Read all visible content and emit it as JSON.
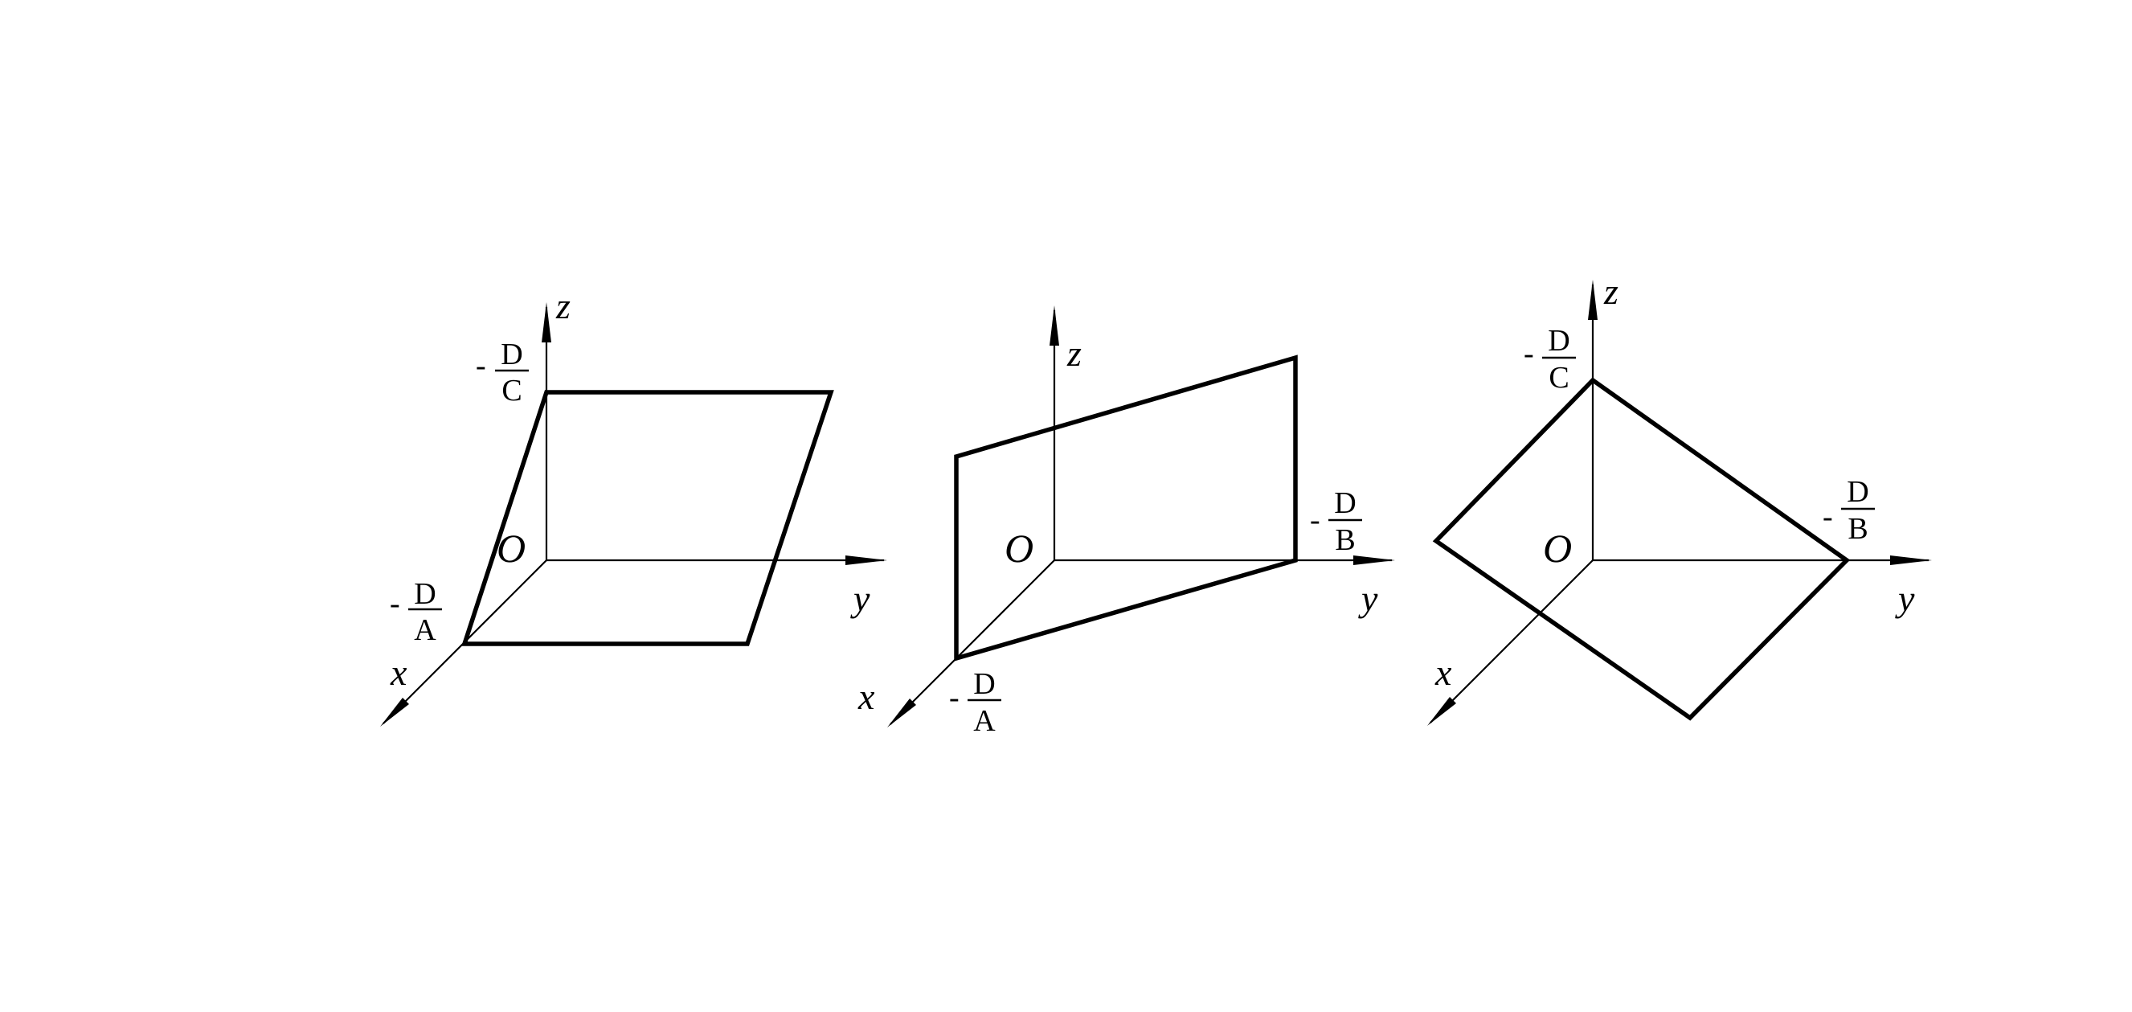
{
  "panels": [
    {
      "axes": {
        "x": "x",
        "y": "y",
        "z": "z",
        "origin": "O"
      },
      "intercepts": [
        {
          "sign": "-",
          "numerator": "D",
          "denominator": "C"
        },
        {
          "sign": "-",
          "numerator": "D",
          "denominator": "A"
        }
      ]
    },
    {
      "axes": {
        "x": "x",
        "y": "y",
        "z": "z",
        "origin": "O"
      },
      "intercepts": [
        {
          "sign": "-",
          "numerator": "D",
          "denominator": "B"
        },
        {
          "sign": "-",
          "numerator": "D",
          "denominator": "A"
        }
      ]
    },
    {
      "axes": {
        "x": "x",
        "y": "y",
        "z": "z",
        "origin": "O"
      },
      "intercepts": [
        {
          "sign": "-",
          "numerator": "D",
          "denominator": "C"
        },
        {
          "sign": "-",
          "numerator": "D",
          "denominator": "B"
        }
      ]
    }
  ]
}
